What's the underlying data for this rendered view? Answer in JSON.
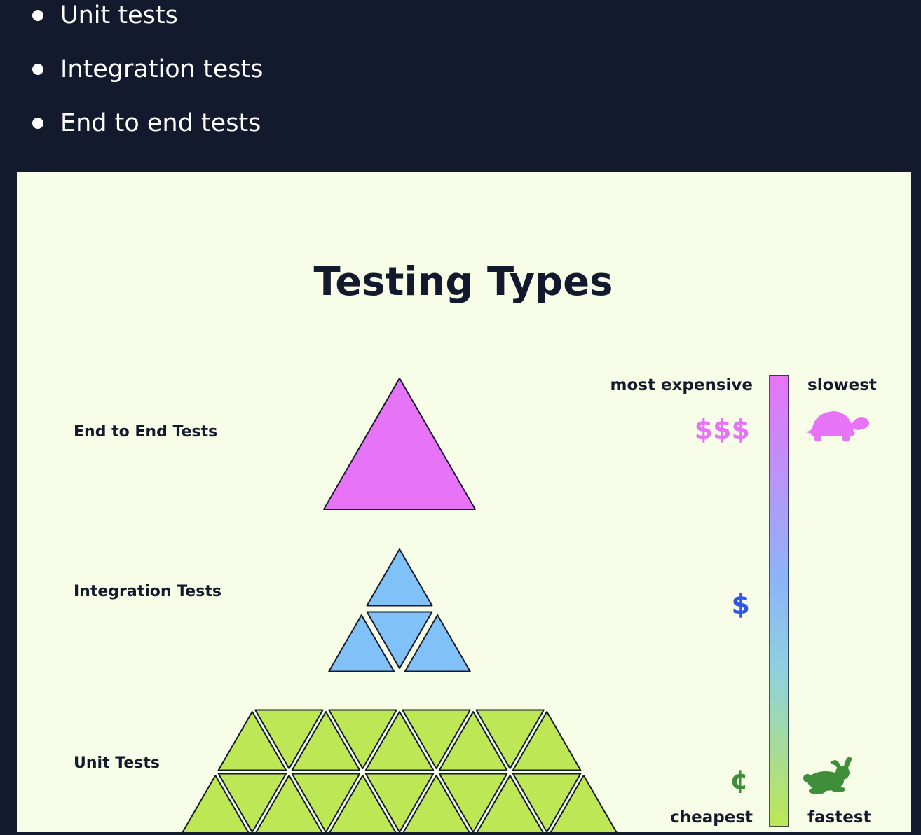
{
  "list": {
    "items": [
      "Unit tests",
      "Integration tests",
      "End to end tests"
    ]
  },
  "diagram": {
    "title": "Testing Types",
    "tiers": {
      "e2e": "End to End Tests",
      "integration": "Integration Tests",
      "unit": "Unit Tests"
    },
    "scale": {
      "top_cost": "most expensive",
      "top_speed": "slowest",
      "bottom_cost": "cheapest",
      "bottom_speed": "fastest",
      "cost_high": "$$$",
      "cost_mid": "$",
      "cost_low": "¢"
    },
    "icons": {
      "slow": "turtle-icon",
      "fast": "rabbit-icon"
    },
    "colors": {
      "e2e": "#e774f7",
      "integration": "#80c1f8",
      "unit": "#bde754",
      "background": "#f7fde6",
      "page": "#131a2e",
      "cost_mid": "#2f56e6",
      "cost_low": "#3f8f3a"
    }
  }
}
